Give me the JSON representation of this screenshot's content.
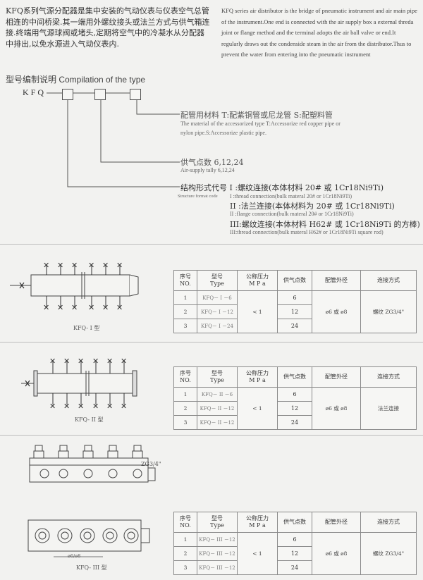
{
  "intro": {
    "cn": "KFQ系列气源分配器是集中安装的气动仪表与仪表空气总管相连的中间桥梁.其一端用外螺纹接头或法兰方式与供气箱连接.终端用气源球阀或堵头,定期将空气中的冷凝水从分配器中排出,以免水源进入气动仪表内.",
    "en": "KFQ series air distributor is the bridge of pneumatic instrument and air main pipe of the instrument.One end is connected with the air supply box a external threda joint or flange method and the terminal adopts the air ball valve or end.It regularly draws out the condenside steam in the air from the distributor.Thus to prevent the water from entering into the pneumatic instrument"
  },
  "compilation": {
    "title": "型号编制说明 Compilation of the type",
    "model_prefix": "KFQ",
    "material_cn": "配管用材料 T:配紫铜管或尼龙管  S:配塑料管",
    "material_en_1": "The material of the accessorized type T:Accessorize red copper pipe or",
    "material_en_2": "nylon pipe.S:Accessorize plastic pipe.",
    "tally_cn": "供气点数 6,12,24",
    "tally_en": "Air-supply tally 6,12,24",
    "structure_cn": "结构形式代号 I :螺纹连接(本体材料 20# 或 1Cr18Ni9Ti)",
    "structure_en_label": "Structure format code",
    "structure_1_en": "I :thread connection(bulk materal 20# or 1Cr18Ni9Ti)",
    "structure_2_cn": "II :法兰连接(本体材料为 20# 或 1Cr18Ni9Ti)",
    "structure_2_en": "II :flange connection(bulk materal 20# or 1Cr18Ni9Ti)",
    "structure_3_cn": "III:螺纹连接(本体材料 H62# 或 1Cr18Ni9Ti 的方棒)",
    "structure_3_en": "III:thread connection(bulk materal H62# or 1Cr18Ni9Ti square rod)"
  },
  "headers": {
    "no_cn": "序号",
    "no_en": "NO.",
    "type_cn": "型号",
    "type_en": "Type",
    "pressure_cn": "公称压力",
    "pressure_en": "M P a",
    "points": "供气点数",
    "pipe": "配管外径",
    "conn": "连接方式"
  },
  "tables": [
    {
      "caption": "KFQ- I 型",
      "rows": [
        {
          "no": "1",
          "type": "KFQ－ I －6",
          "points": "6"
        },
        {
          "no": "2",
          "type": "KFQ－ I －12",
          "points": "12"
        },
        {
          "no": "3",
          "type": "KFQ－ I －24",
          "points": "24"
        }
      ],
      "pressure": "< 1",
      "pipe": "ø6 或 ø8",
      "conn": "螺纹 ZG3/4\""
    },
    {
      "caption": "KFQ- II 型",
      "rows": [
        {
          "no": "1",
          "type": "KFQ－ II －6",
          "points": "6"
        },
        {
          "no": "2",
          "type": "KFQ－ II －12",
          "points": "12"
        },
        {
          "no": "3",
          "type": "KFQ－ II －12",
          "points": "24"
        }
      ],
      "pressure": "< 1",
      "pipe": "ø6 或 ø8",
      "conn": "法兰连接"
    },
    {
      "caption": "KFQ- III 型",
      "rows": [
        {
          "no": "1",
          "type": "KFQ－ III －12",
          "points": "6"
        },
        {
          "no": "2",
          "type": "KFQ－ III －12",
          "points": "12"
        },
        {
          "no": "3",
          "type": "KFQ－ III －12",
          "points": "24"
        }
      ],
      "pressure": "< 1",
      "pipe": "ø6 或 ø8",
      "conn": "螺纹 ZG3/4\""
    }
  ],
  "drawing_labels": {
    "thread_spec": "ZG3/4\"",
    "pipe_dim": "ø6/ø8"
  }
}
